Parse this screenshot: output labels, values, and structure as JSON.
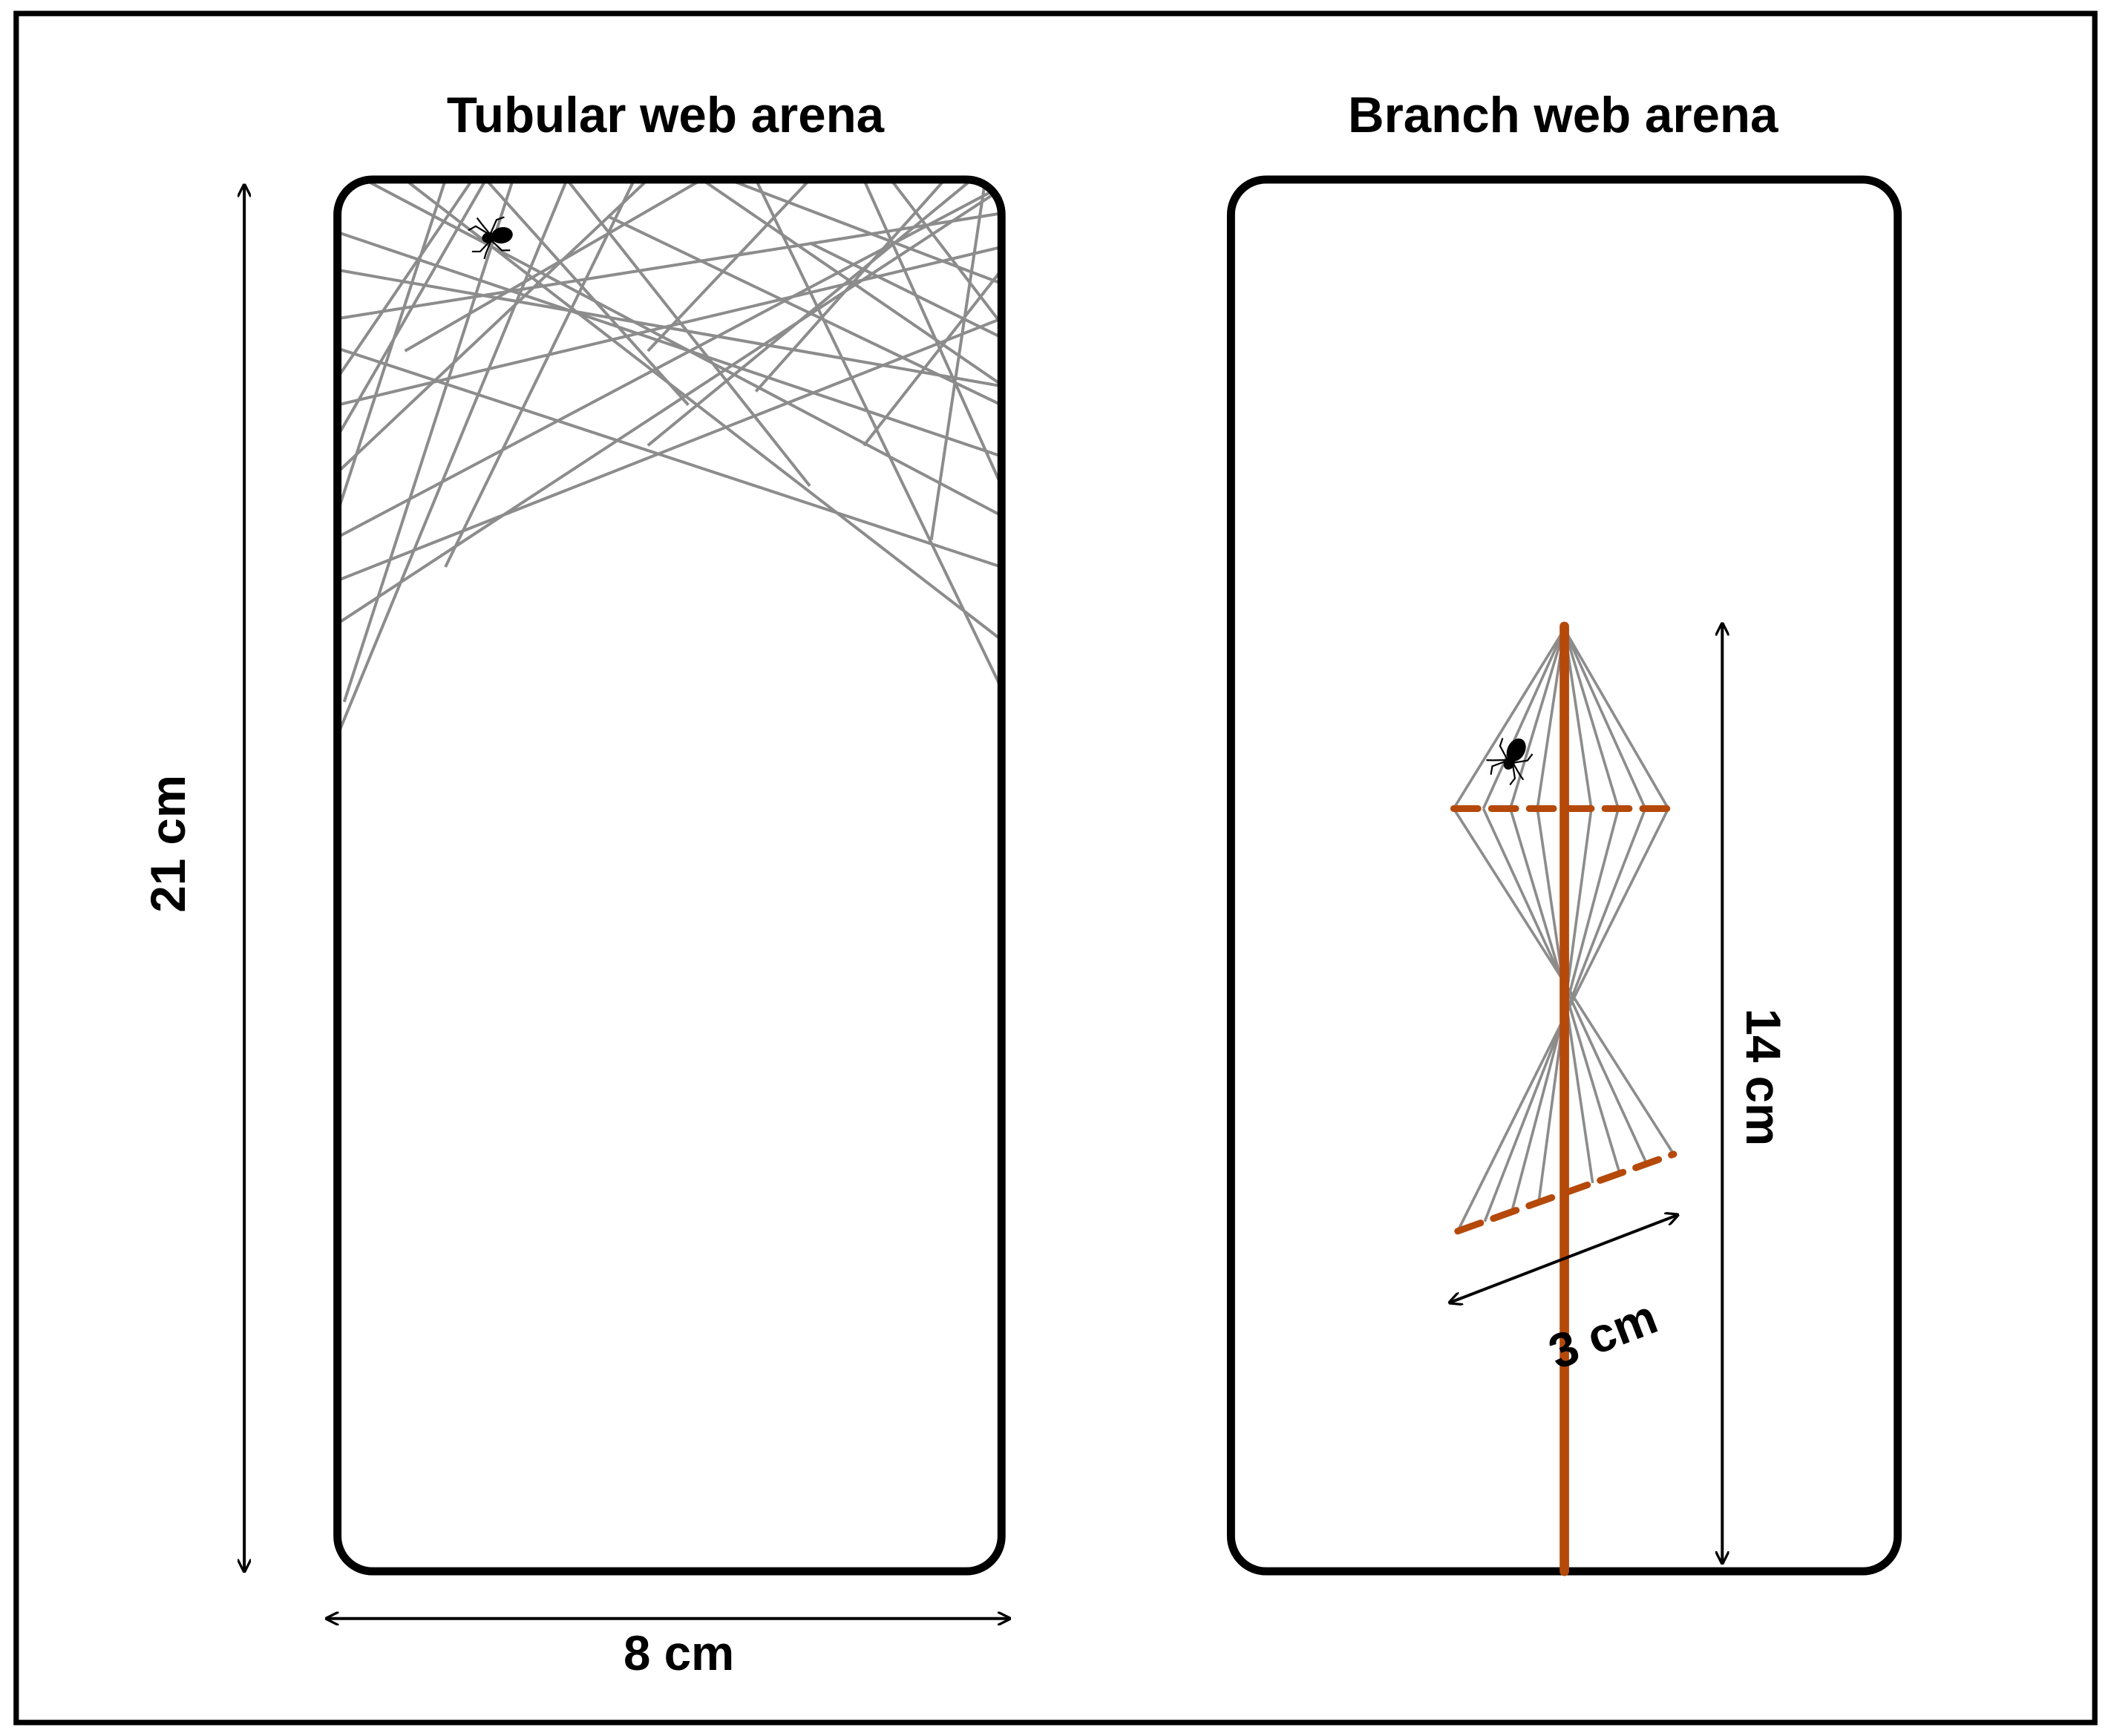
{
  "panels": {
    "tubular": {
      "title": "Tubular web arena"
    },
    "branch": {
      "title": "Branch web arena"
    }
  },
  "dimensions": {
    "height": "21 cm",
    "width": "8 cm",
    "branch_height": "14 cm",
    "web_width": "3 cm"
  },
  "colors": {
    "frame": "#000000",
    "silk": "#8c8c8c",
    "branch": "#b5490a",
    "spider": "#000000"
  }
}
